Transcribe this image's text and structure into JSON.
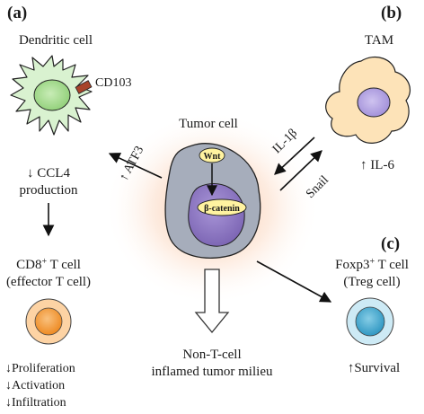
{
  "panels": {
    "a": "(a)",
    "b": "(b)",
    "c": "(c)"
  },
  "dendritic": {
    "title": "Dendritic cell",
    "marker": "CD103",
    "effect_line1": "↓ CCL4",
    "effect_line2": "production"
  },
  "tam": {
    "title": "TAM",
    "effect": "↑ IL-6"
  },
  "tumor": {
    "title": "Tumor cell",
    "wnt": "Wnt",
    "beta_catenin": "β-catenin",
    "atf3": "↑ ATF3",
    "il1b": "IL-1β",
    "snail": "Snail"
  },
  "cd8": {
    "title_line1": "CD8",
    "title_sup": "+",
    "title_line1_rest": " T cell",
    "title_line2": "(effector T cell)",
    "effects": [
      "↓Proliferation",
      "↓Activation",
      "↓Infiltration"
    ]
  },
  "treg": {
    "title_line1": "Foxp3",
    "title_sup": "+",
    "title_line1_rest": " T cell",
    "title_line2": "(Treg cell)",
    "effect": "↑Survival"
  },
  "milieu": {
    "line1": "Non-T-cell",
    "line2": "inflamed tumor milieu"
  },
  "colors": {
    "dc_body": "#d9f2d0",
    "dc_nucleus": "#a9dc93",
    "cd103": "#a8432a",
    "tam_body": "#fde3b8",
    "tam_nucleus": "#b7a6e3",
    "tumor_body": "#a6adbb",
    "tumor_nucleus": "#8d78c2",
    "label_fill": "#fff3a0",
    "glow": "#f8b48c",
    "cd8_outer": "#fdd3a4",
    "cd8_inner": "#f39a3b",
    "treg_outer": "#cdeaf5",
    "treg_inner": "#44a9cf"
  }
}
